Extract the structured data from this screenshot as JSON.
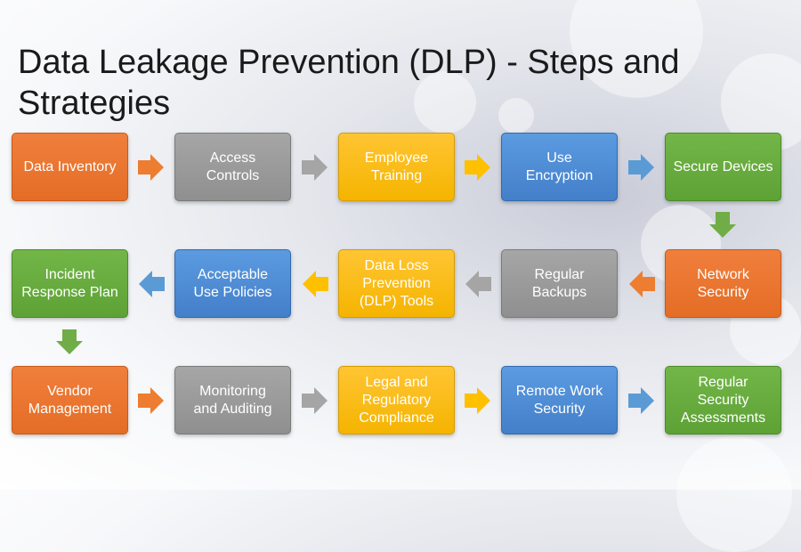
{
  "title": "Data Leakage Prevention (DLP) - Steps and Strategies",
  "colors": {
    "orange": "#ED7D31",
    "gray": "#A5A5A5",
    "yellow": "#FFC000",
    "blue": "#5B9BD5",
    "green": "#70AD47"
  },
  "steps": [
    {
      "label": "Data Inventory",
      "color": "orange"
    },
    {
      "label": "Access\nControls",
      "color": "gray"
    },
    {
      "label": "Employee\nTraining",
      "color": "yellow"
    },
    {
      "label": "Use\nEncryption",
      "color": "blue"
    },
    {
      "label": "Secure Devices",
      "color": "green"
    },
    {
      "label": "Network\nSecurity",
      "color": "orange"
    },
    {
      "label": "Regular\nBackups",
      "color": "gray"
    },
    {
      "label": "Data Loss\nPrevention\n(DLP) Tools",
      "color": "yellow"
    },
    {
      "label": "Acceptable\nUse Policies",
      "color": "blue"
    },
    {
      "label": "Incident\nResponse Plan",
      "color": "green"
    },
    {
      "label": "Vendor\nManagement",
      "color": "orange"
    },
    {
      "label": "Monitoring\nand Auditing",
      "color": "gray"
    },
    {
      "label": "Legal and\nRegulatory\nCompliance",
      "color": "yellow"
    },
    {
      "label": "Remote Work\nSecurity",
      "color": "blue"
    },
    {
      "label": "Regular\nSecurity\nAssessments",
      "color": "green"
    }
  ]
}
